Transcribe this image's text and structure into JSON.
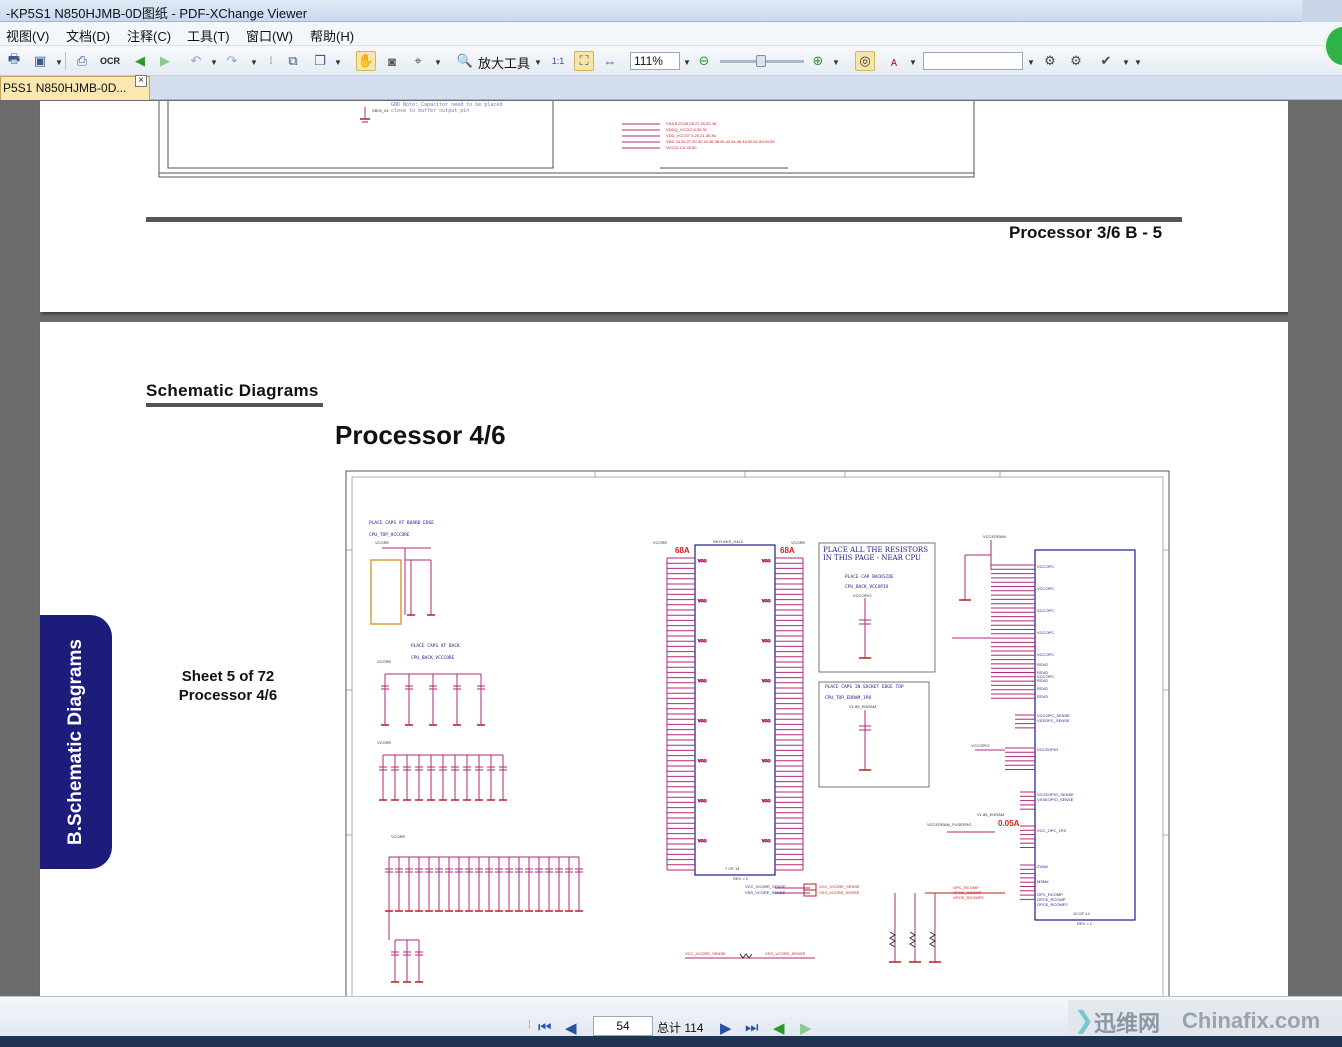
{
  "window": {
    "title": "-KP5S1 N850HJMB-0D图纸 - PDF-XChange Viewer"
  },
  "menu": [
    {
      "label": "视图(V)"
    },
    {
      "label": "文档(D)"
    },
    {
      "label": "注释(C)"
    },
    {
      "label": "工具(T)"
    },
    {
      "label": "窗口(W)"
    },
    {
      "label": "帮助(H)"
    }
  ],
  "toolbar": {
    "ocr_label": "OCR",
    "zoom_tool_label": "放大工具",
    "zoom_value": "111%"
  },
  "tab": {
    "label": "P5S1 N850HJMB-0D...",
    "close_glyph": "×"
  },
  "page_prev": {
    "footer": "Processor 3/6  B  -  5",
    "notes": [
      "GND Note: Capacitor need to be placed",
      "close to buffer output pin"
    ],
    "net_labels": [
      "VSA 6,23,26,28,27,30,32,36",
      "VDDQ_VCCIO 6,30,32",
      "VDD_VCCST 5,20,21,30,36",
      "VDD 24,25,27,30,32,34,36,38,40,42,44,46,48,50,52,53,54,55",
      "VCCIO 2,6,43,50"
    ],
    "part": "SB09_04"
  },
  "page": {
    "section": "Schematic  Diagrams",
    "title": "Processor 4/6",
    "sheet_line1": "Sheet 5 of 72",
    "sheet_line2": "Processor 4/6",
    "side_tab": "B.Schematic Diagrams",
    "schematic": {
      "place_caps_board_edge": "PLACE CAPS AT BOARD EDGE",
      "cpu_top_vccore": "CPU_TOP_VCCCORE",
      "vcore": "VCORE",
      "place_caps_back": "PLACE CAPS AT BACK",
      "cpu_back_vccore": "CPU_BACK_VCCCORE",
      "current_68a": "68A",
      "current_005a": "0.05A",
      "skylake_ref": "SKYLAKE_H4L0",
      "place_resistors": "PLACE ALL THE RESISTORS IN THIS PAGE - NEAR CPU",
      "place_cap_backside": "PLACE CAP BACKSIDE",
      "cpu_back_vccopio": "CPU_BACK_VCCOPIO",
      "vccopio": "VCCOPIO",
      "place_caps_socket_edge": "PLACE CAPS IN SOCKET EDGE TOP",
      "cpu_top_edram": "CPU_TOP_EDRAM_1P8",
      "v185_edram": "V1.85_EDRAM",
      "vccedram": "VCCEDRAM",
      "vccedram_fuseprg": "VCCEDRAM_FUSEPRG",
      "vcc_vcore_sense": "VCC_VCORE_SENSE",
      "vss_vcore_sense": "VSS_VCORE_SENSE",
      "sheet_7_of_14": "7 OF 14",
      "sheet_10_of_14": "10 OF 14",
      "rev": "REV = 1",
      "opc_rcomp": [
        "OPC_RCOMP",
        "OPCE_RCOMP",
        "OPCE_RCOMP2"
      ],
      "pin_vcc": "VCC",
      "pin_rsvd": "RSVD",
      "right_pins": [
        "VCCOPC",
        "VCCOPC_SENSE",
        "VSSOPC_SENSE",
        "VCCEOPIO",
        "VCCEOPIO_SENSE",
        "VSSEOPIO_SENSE",
        "VCC_OPC_1P8",
        "ZVM#",
        "MSM#",
        "OPC_RCOMP",
        "OPCE_RCOMP",
        "OPCE_RCOMP2"
      ]
    }
  },
  "nav": {
    "current_page": "54",
    "total_label": "总计 114"
  },
  "watermark": {
    "cn": "迅维网",
    "en": "Chinafix.com"
  }
}
